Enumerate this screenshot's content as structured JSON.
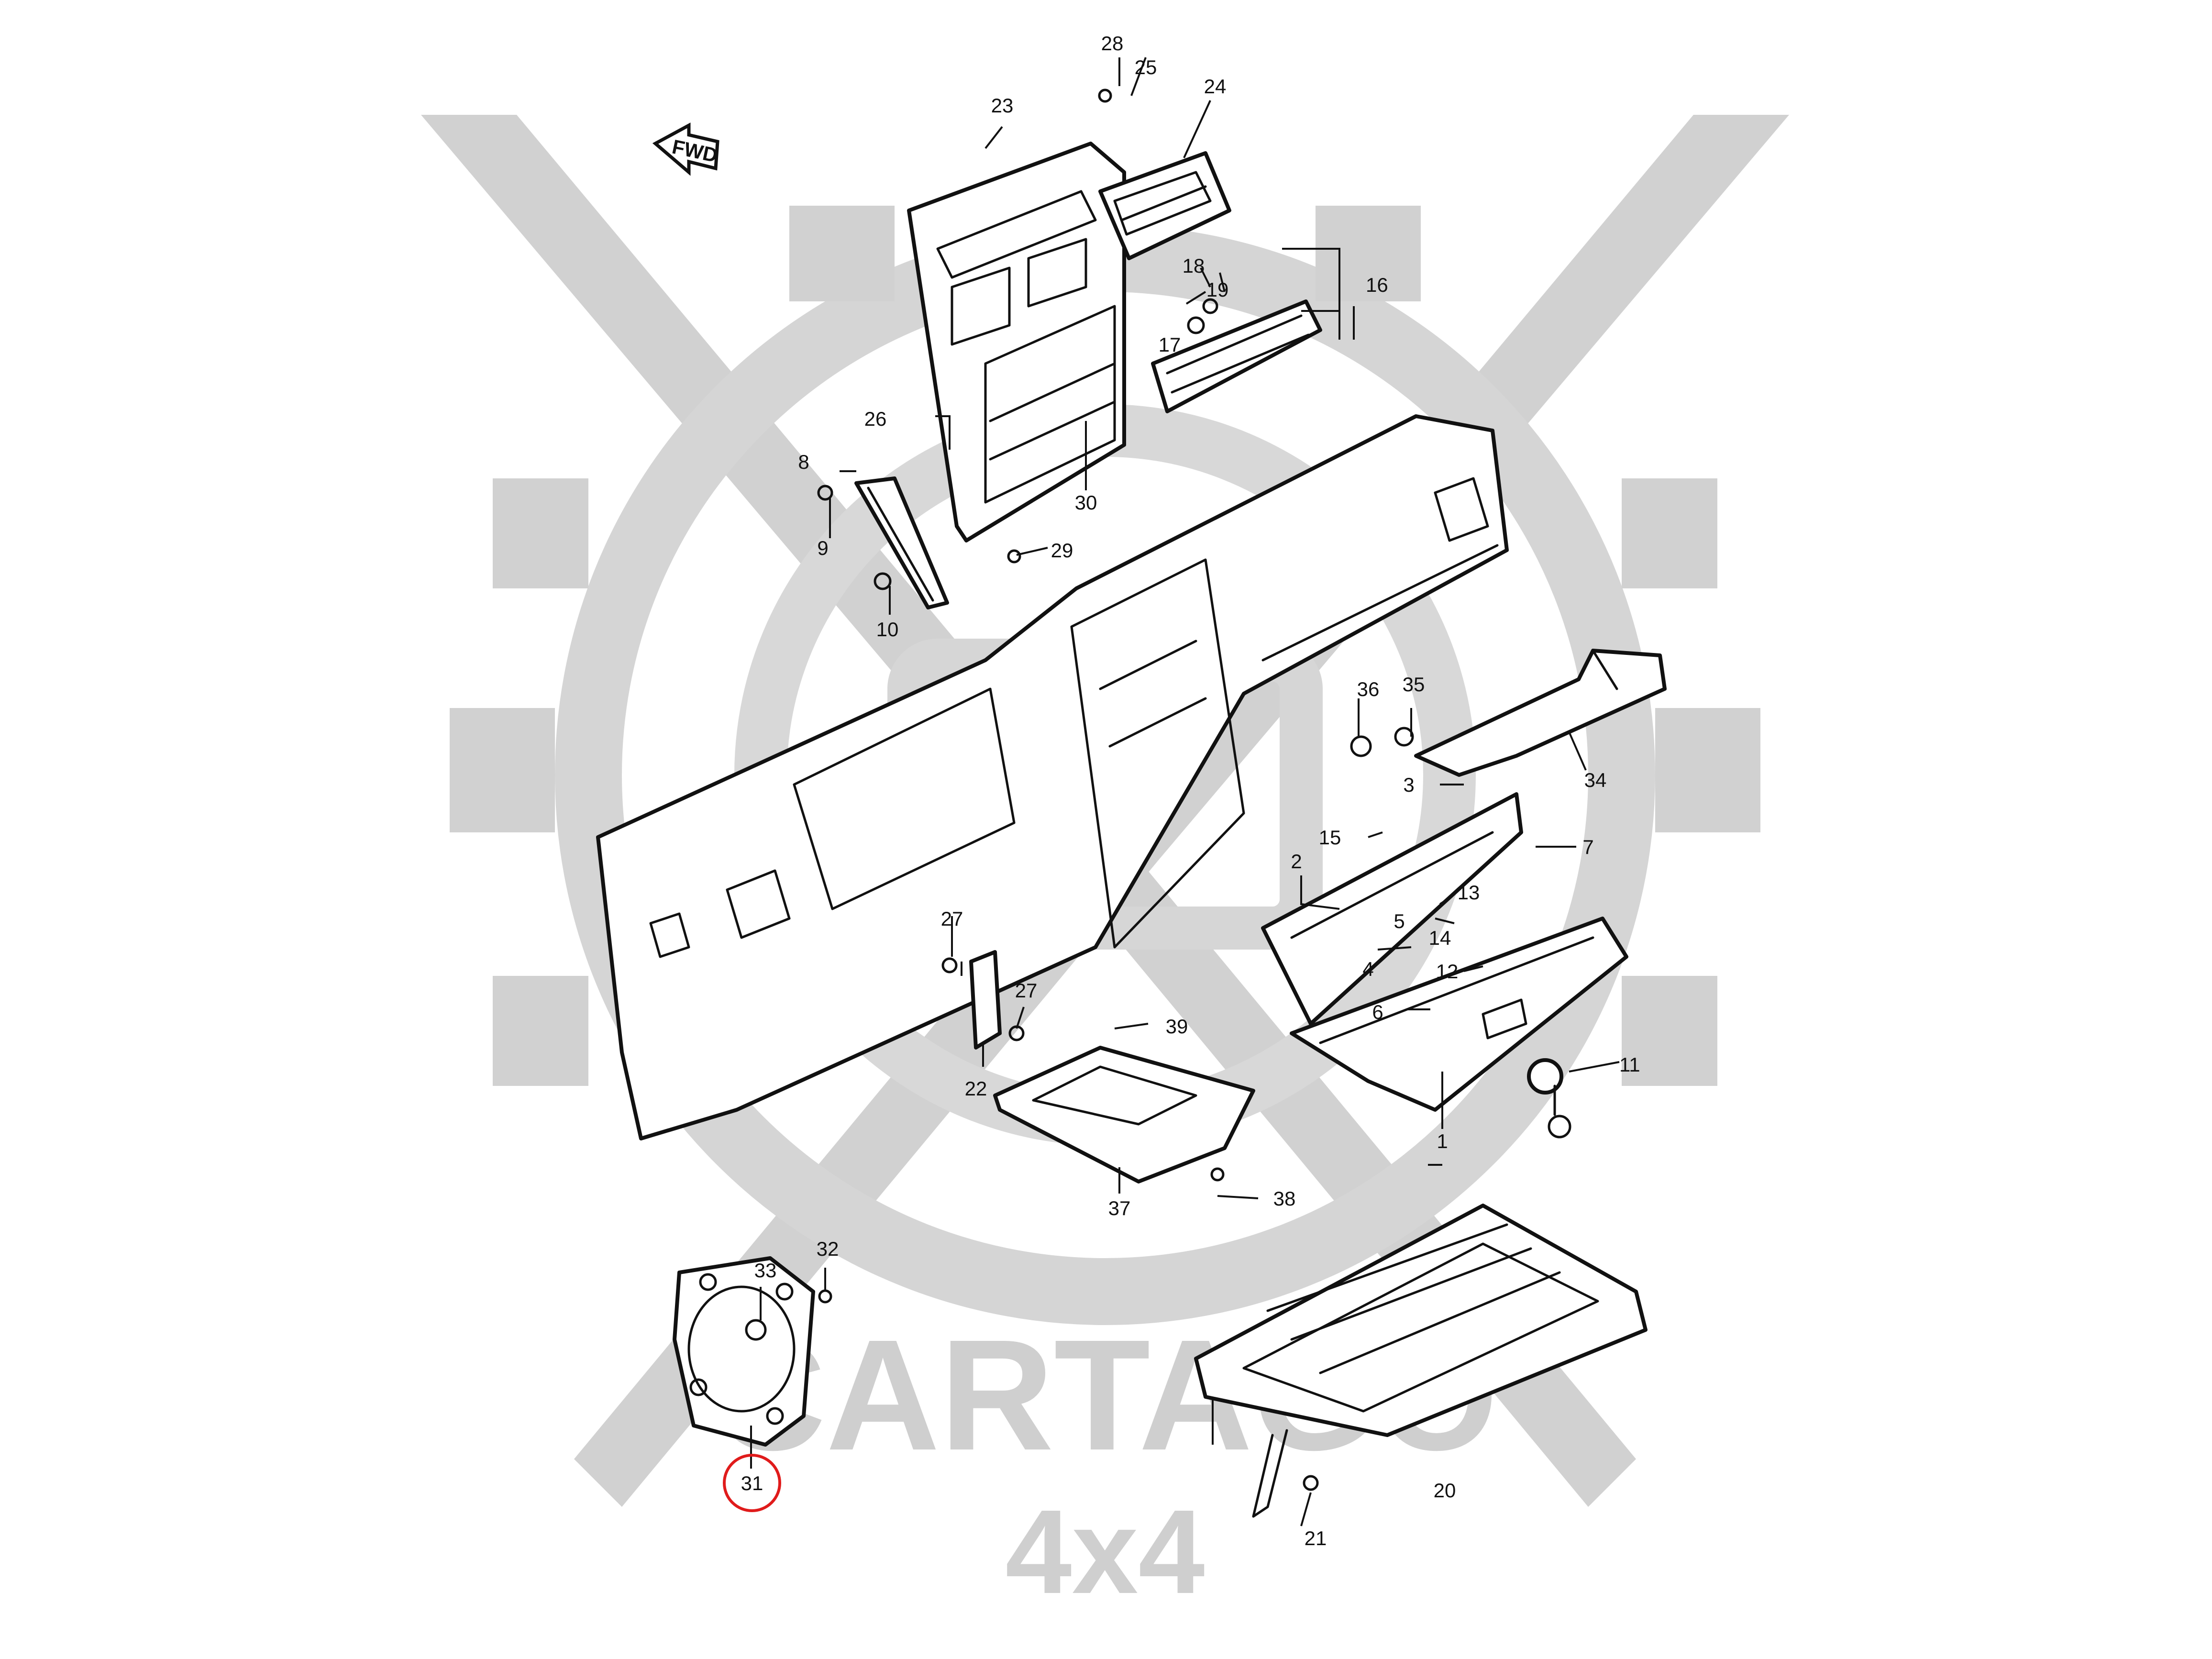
{
  "watermark": {
    "brand": "CARTAGO",
    "sub": "4x4",
    "color": "#cfcfcf"
  },
  "fwd_arrow": {
    "text": "FWD"
  },
  "highlight": {
    "part": "31",
    "color": "#e01b1b"
  },
  "labels": [
    "1",
    "2",
    "3",
    "4",
    "5",
    "6",
    "7",
    "8",
    "9",
    "10",
    "11",
    "12",
    "13",
    "14",
    "15",
    "16",
    "17",
    "18",
    "19",
    "20",
    "21",
    "22",
    "23",
    "24",
    "25",
    "26",
    "27",
    "27",
    "28",
    "29",
    "30",
    "31",
    "32",
    "33",
    "34",
    "35",
    "36",
    "37",
    "38",
    "39"
  ]
}
